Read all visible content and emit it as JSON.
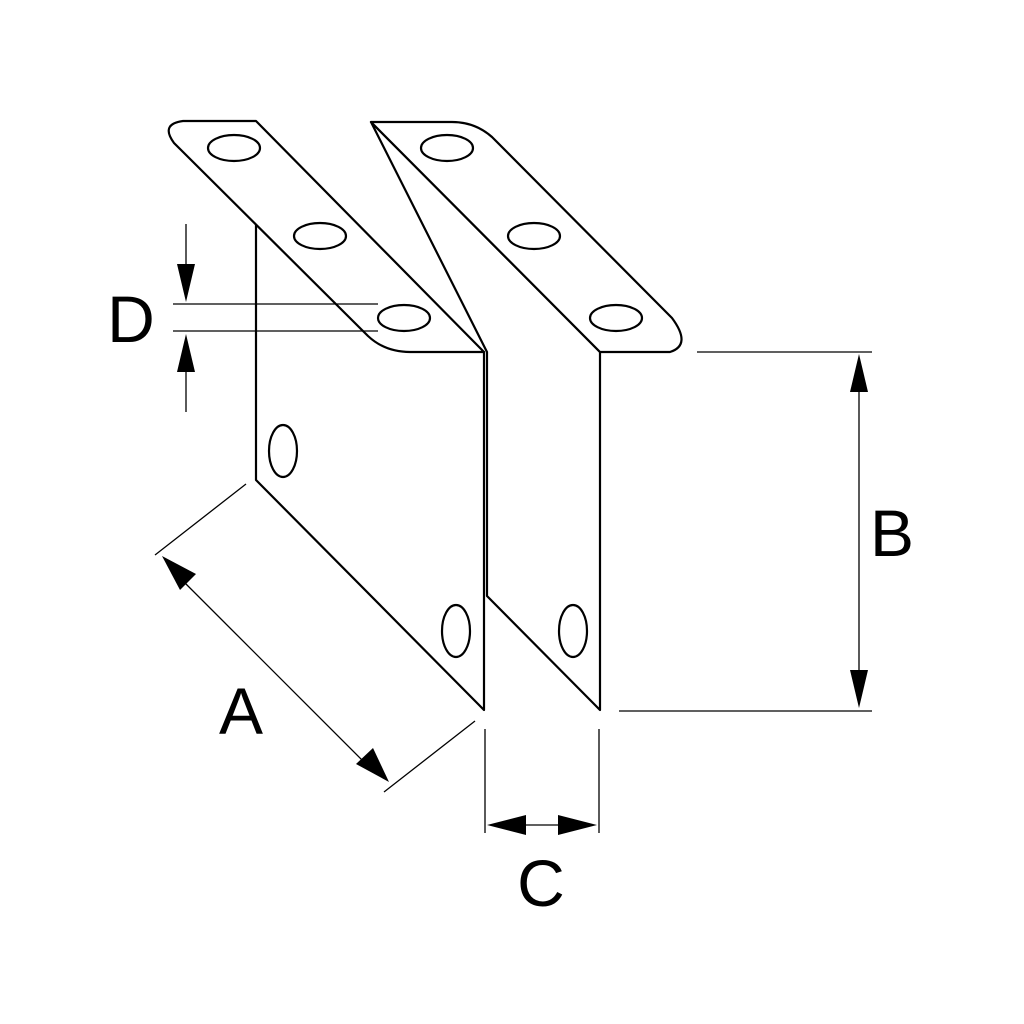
{
  "diagram": {
    "labels": {
      "a": "A",
      "b": "B",
      "c": "C",
      "d": "D"
    },
    "colors": {
      "stroke": "#000000",
      "background": "#ffffff"
    }
  }
}
